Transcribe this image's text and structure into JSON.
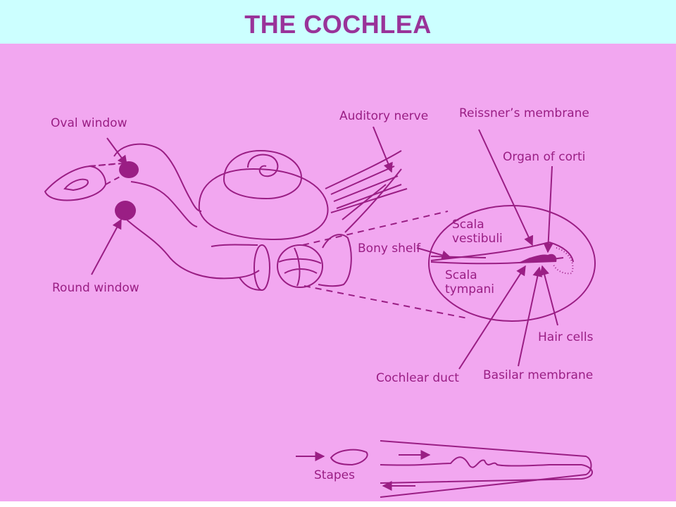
{
  "title": "THE COCHLEA",
  "colors": {
    "header_background": "#ccffff",
    "title": "#993399",
    "slide_background": "#f2a7f0",
    "ink": "#9a1e84"
  },
  "labels": {
    "oval_window": "Oval window",
    "round_window": "Round window",
    "auditory_nerve": "Auditory nerve",
    "reissners_membrane": "Reissner’s membrane",
    "organ_of_corti": "Organ of corti",
    "scala_vestibuli_1": "Scala",
    "scala_vestibuli_2": "vestibuli",
    "bony_shelf": "Bony shelf",
    "scala_tympani_1": "Scala",
    "scala_tympani_2": "tympani",
    "hair_cells": "Hair cells",
    "cochlear_duct": "Cochlear duct",
    "basilar_membrane": "Basilar membrane",
    "stapes": "Stapes"
  }
}
